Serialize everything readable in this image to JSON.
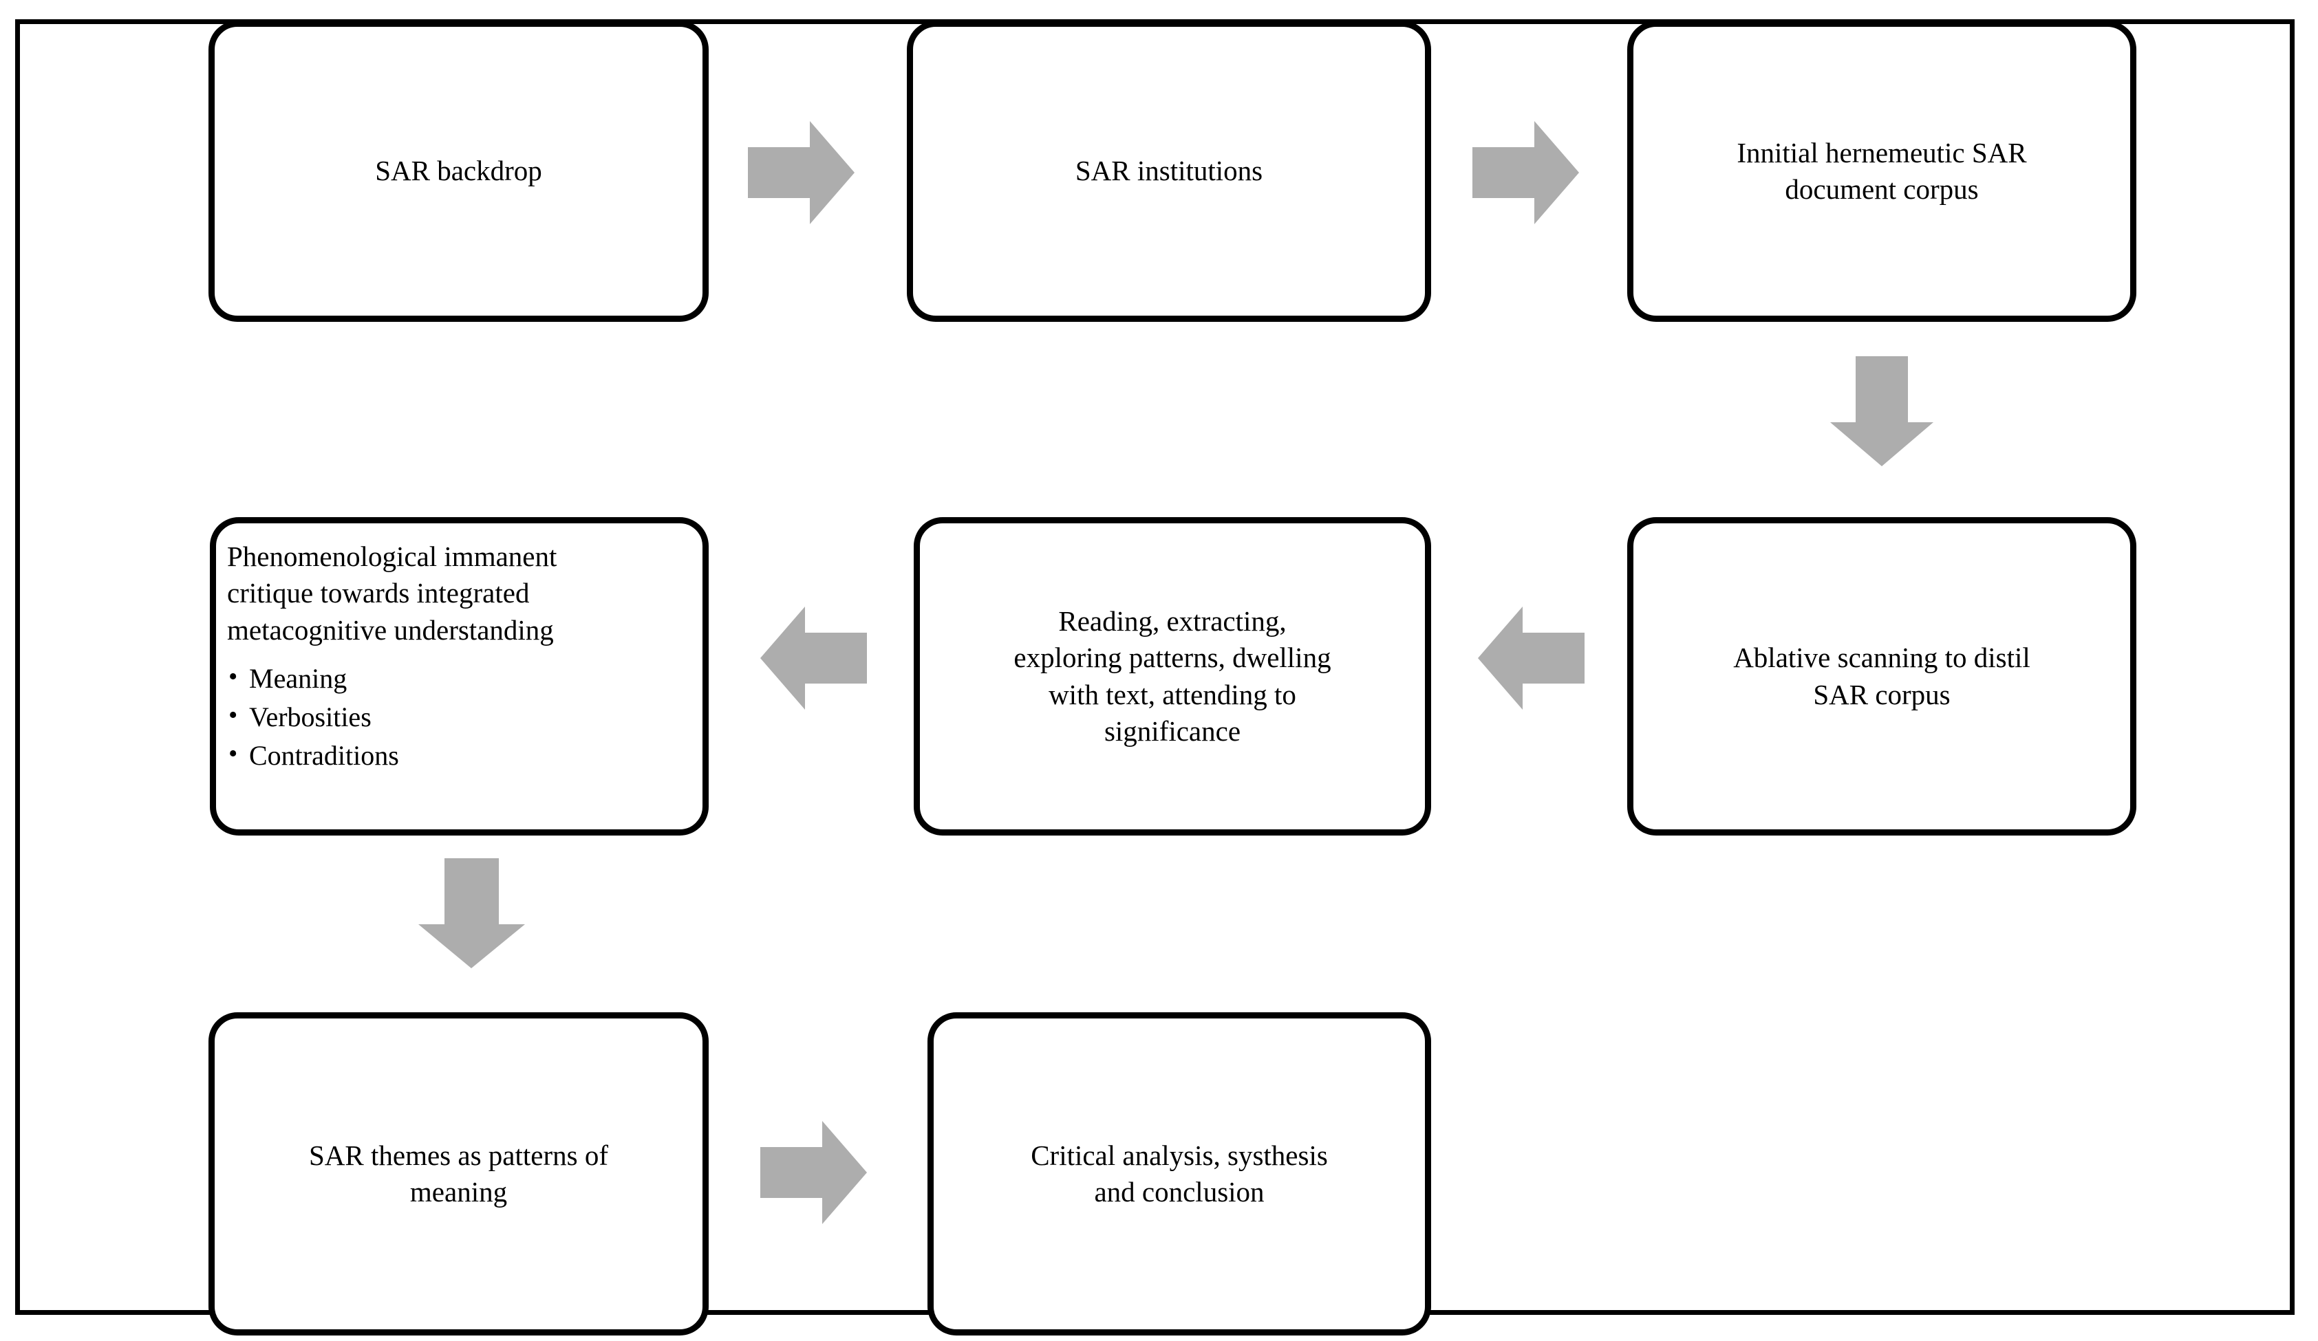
{
  "figure": {
    "type": "flowchart",
    "title": "SAR hermeneutic research process flow diagram",
    "frame_color": "#000000",
    "box_border_color": "#000000",
    "box_fill_color": "#ffffff",
    "arrow_color": "#adadad",
    "text_color": "#000000"
  },
  "nodes": {
    "sar_backdrop": {
      "label": "SAR backdrop"
    },
    "sar_institutions": {
      "label": "SAR institutions"
    },
    "initial_corpus": {
      "line1": "Innitial hernemeutic SAR",
      "line2": "document corpus"
    },
    "ablative_scanning": {
      "line1": "Ablative scanning to distil",
      "line2": "SAR corpus"
    },
    "reading_extracting": {
      "line1": "Reading, extracting,",
      "line2": "exploring patterns, dwelling",
      "line3": "with text, attending to",
      "line4": "significance"
    },
    "phenomenological_critique": {
      "line1": "Phenomenological immanent",
      "line2": "critique towards integrated",
      "line3": "metacognitive understanding",
      "bullets": [
        "Meaning",
        "Verbosities",
        "Contraditions"
      ]
    },
    "sar_themes": {
      "line1": "SAR themes as patterns of",
      "line2": "meaning"
    },
    "critical_analysis": {
      "line1": "Critical analysis, systhesis",
      "line2": "and conclusion"
    }
  },
  "arrows": [
    {
      "name": "arrow-backdrop-to-institutions",
      "direction": "right",
      "from": "sar_backdrop",
      "to": "sar_institutions"
    },
    {
      "name": "arrow-institutions-to-corpus",
      "direction": "right",
      "from": "sar_institutions",
      "to": "initial_corpus"
    },
    {
      "name": "arrow-corpus-to-ablative",
      "direction": "down",
      "from": "initial_corpus",
      "to": "ablative_scanning"
    },
    {
      "name": "arrow-ablative-to-reading",
      "direction": "left",
      "from": "ablative_scanning",
      "to": "reading_extracting"
    },
    {
      "name": "arrow-reading-to-critique",
      "direction": "left",
      "from": "reading_extracting",
      "to": "phenomenological_critique"
    },
    {
      "name": "arrow-critique-to-themes",
      "direction": "down",
      "from": "phenomenological_critique",
      "to": "sar_themes"
    },
    {
      "name": "arrow-themes-to-conclusion",
      "direction": "right",
      "from": "sar_themes",
      "to": "critical_analysis"
    }
  ]
}
